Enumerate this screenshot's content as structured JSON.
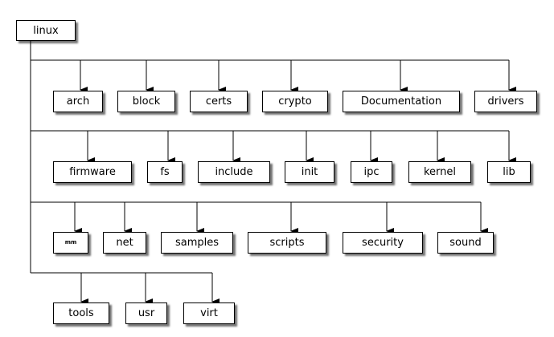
{
  "root": {
    "label": "linux"
  },
  "rows": [
    {
      "items": [
        "arch",
        "block",
        "certs",
        "crypto",
        "Documentation",
        "drivers"
      ]
    },
    {
      "items": [
        "firmware",
        "fs",
        "include",
        "init",
        "ipc",
        "kernel",
        "lib"
      ]
    },
    {
      "items": [
        "mm",
        "net",
        "samples",
        "scripts",
        "security",
        "sound"
      ]
    },
    {
      "items": [
        "tools",
        "usr",
        "virt"
      ]
    }
  ],
  "colors": {
    "box_border": "#000000",
    "box_fill": "#ffffff",
    "line": "#000000"
  }
}
